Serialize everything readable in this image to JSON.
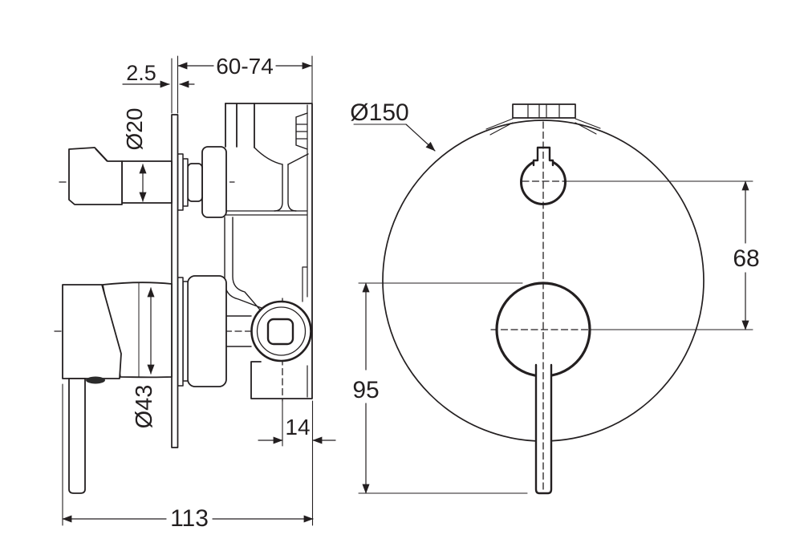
{
  "drawing": {
    "title": "wall mixer with diverter - dimension drawing",
    "background": "#ffffff",
    "ink_color": "#231f20",
    "side_view": {
      "dimensions": {
        "plate_thickness": "2.5",
        "installation_depth_range": "60-74",
        "diverter_knob_diameter": "Ø20",
        "mixer_handle_diameter": "Ø43",
        "outlet_to_wall_offset": "14",
        "overall_depth": "113"
      }
    },
    "front_view": {
      "dimensions": {
        "backplate_diameter": "Ø150",
        "knob_to_handle_centres": "68",
        "handle_top_to_lever_tip": "95"
      }
    }
  }
}
